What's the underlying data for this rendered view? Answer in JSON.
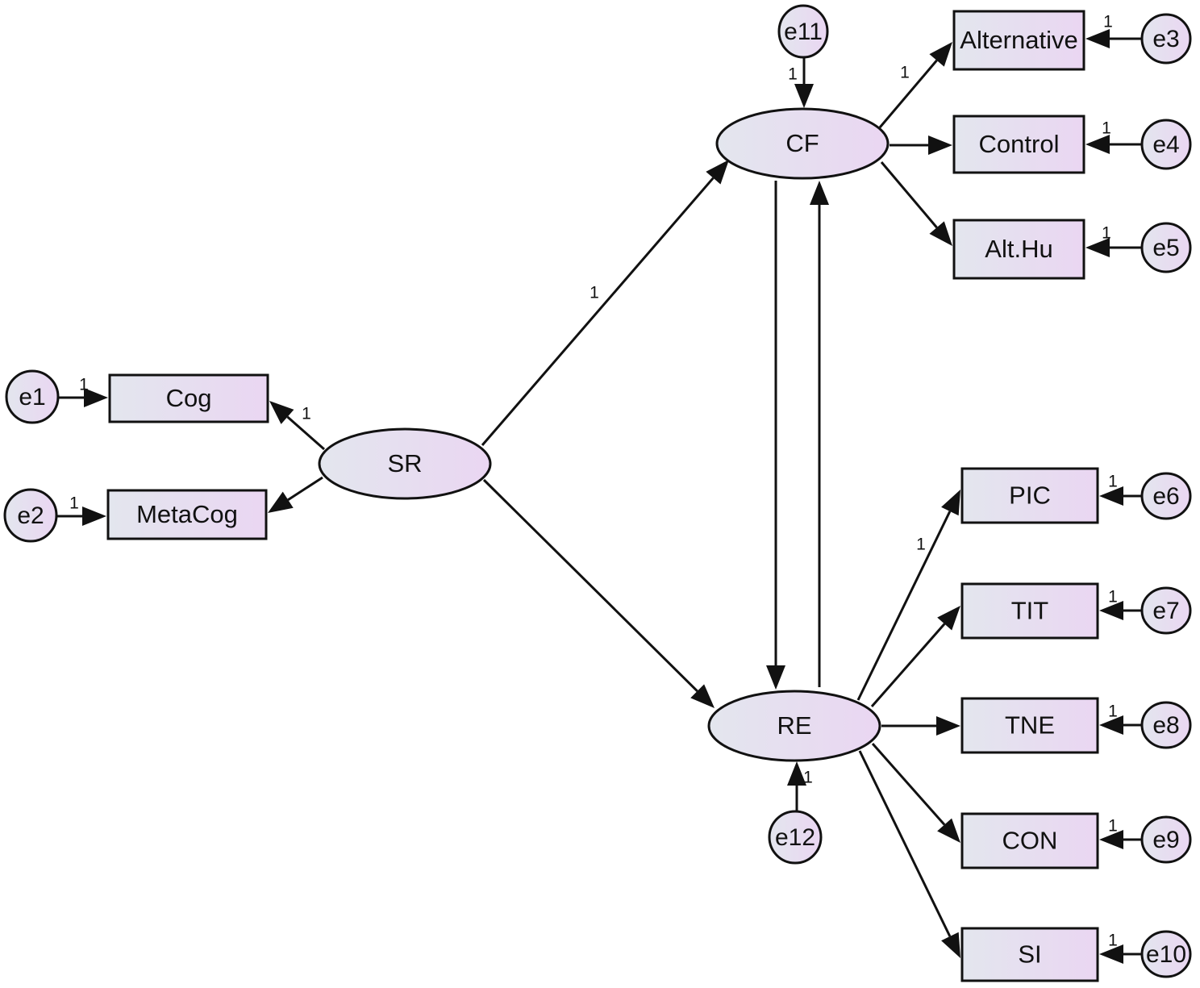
{
  "diagram": {
    "type": "structural-equation-model",
    "colors": {
      "node_fill_start": "#e3e6ee",
      "node_fill_end": "#ead6f2",
      "stroke": "#111111",
      "background": "#ffffff"
    },
    "latent_variables": [
      {
        "id": "SR",
        "label": "SR"
      },
      {
        "id": "CF",
        "label": "CF"
      },
      {
        "id": "RE",
        "label": "RE"
      }
    ],
    "observed_variables": [
      {
        "id": "Cog",
        "label": "Cog"
      },
      {
        "id": "MetaCog",
        "label": "MetaCog"
      },
      {
        "id": "Alternative",
        "label": "Alternative"
      },
      {
        "id": "Control",
        "label": "Control"
      },
      {
        "id": "AltHu",
        "label": "Alt.Hu"
      },
      {
        "id": "PIC",
        "label": "PIC"
      },
      {
        "id": "TIT",
        "label": "TIT"
      },
      {
        "id": "TNE",
        "label": "TNE"
      },
      {
        "id": "CON",
        "label": "CON"
      },
      {
        "id": "SI",
        "label": "SI"
      }
    ],
    "error_terms": [
      {
        "id": "e1",
        "label": "e1"
      },
      {
        "id": "e2",
        "label": "e2"
      },
      {
        "id": "e3",
        "label": "e3"
      },
      {
        "id": "e4",
        "label": "e4"
      },
      {
        "id": "e5",
        "label": "e5"
      },
      {
        "id": "e6",
        "label": "e6"
      },
      {
        "id": "e7",
        "label": "e7"
      },
      {
        "id": "e8",
        "label": "e8"
      },
      {
        "id": "e9",
        "label": "e9"
      },
      {
        "id": "e10",
        "label": "e10"
      },
      {
        "id": "e11",
        "label": "e11"
      },
      {
        "id": "e12",
        "label": "e12"
      }
    ],
    "paths": [
      {
        "from": "e1",
        "to": "Cog",
        "weight": "1"
      },
      {
        "from": "e2",
        "to": "MetaCog",
        "weight": "1"
      },
      {
        "from": "SR",
        "to": "Cog",
        "weight": "1"
      },
      {
        "from": "SR",
        "to": "MetaCog",
        "weight": ""
      },
      {
        "from": "SR",
        "to": "CF",
        "weight": "1"
      },
      {
        "from": "SR",
        "to": "RE",
        "weight": ""
      },
      {
        "from": "e11",
        "to": "CF",
        "weight": "1"
      },
      {
        "from": "CF",
        "to": "Alternative",
        "weight": "1"
      },
      {
        "from": "CF",
        "to": "Control",
        "weight": ""
      },
      {
        "from": "CF",
        "to": "AltHu",
        "weight": ""
      },
      {
        "from": "e3",
        "to": "Alternative",
        "weight": "1"
      },
      {
        "from": "e4",
        "to": "Control",
        "weight": "1"
      },
      {
        "from": "e5",
        "to": "AltHu",
        "weight": "1"
      },
      {
        "from": "CF",
        "to": "RE",
        "weight": ""
      },
      {
        "from": "RE",
        "to": "CF",
        "weight": ""
      },
      {
        "from": "e12",
        "to": "RE",
        "weight": "1"
      },
      {
        "from": "RE",
        "to": "PIC",
        "weight": "1"
      },
      {
        "from": "RE",
        "to": "TIT",
        "weight": ""
      },
      {
        "from": "RE",
        "to": "TNE",
        "weight": ""
      },
      {
        "from": "RE",
        "to": "CON",
        "weight": ""
      },
      {
        "from": "RE",
        "to": "SI",
        "weight": ""
      },
      {
        "from": "e6",
        "to": "PIC",
        "weight": "1"
      },
      {
        "from": "e7",
        "to": "TIT",
        "weight": "1"
      },
      {
        "from": "e8",
        "to": "TNE",
        "weight": "1"
      },
      {
        "from": "e9",
        "to": "CON",
        "weight": "1"
      },
      {
        "from": "e10",
        "to": "SI",
        "weight": "1"
      }
    ]
  }
}
